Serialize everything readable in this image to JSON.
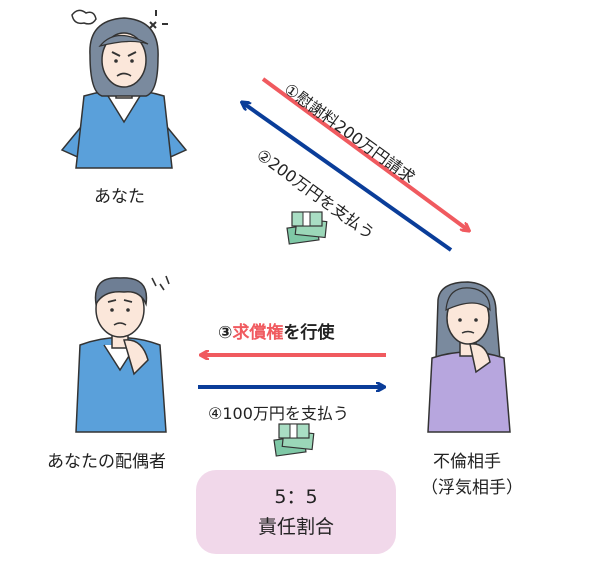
{
  "people": {
    "you_label": "あなた",
    "spouse_label": "あなたの配偶者",
    "partner_label_line1": "不倫相手",
    "partner_label_line2": "（浮気相手）"
  },
  "arrows": {
    "claim": "①慰謝料200万円請求",
    "pay": "②200万円を支払う",
    "exercise_num": "③",
    "exercise_term": "求償権",
    "exercise_rest": "を行使",
    "repay": "④100万円を支払う"
  },
  "ratio": {
    "value": "5：5",
    "label": "責任割合"
  },
  "colors": {
    "red_arrow": "#f05a5f",
    "blue_arrow": "#0a3d99",
    "ratio_bg": "#f1d8ea"
  }
}
